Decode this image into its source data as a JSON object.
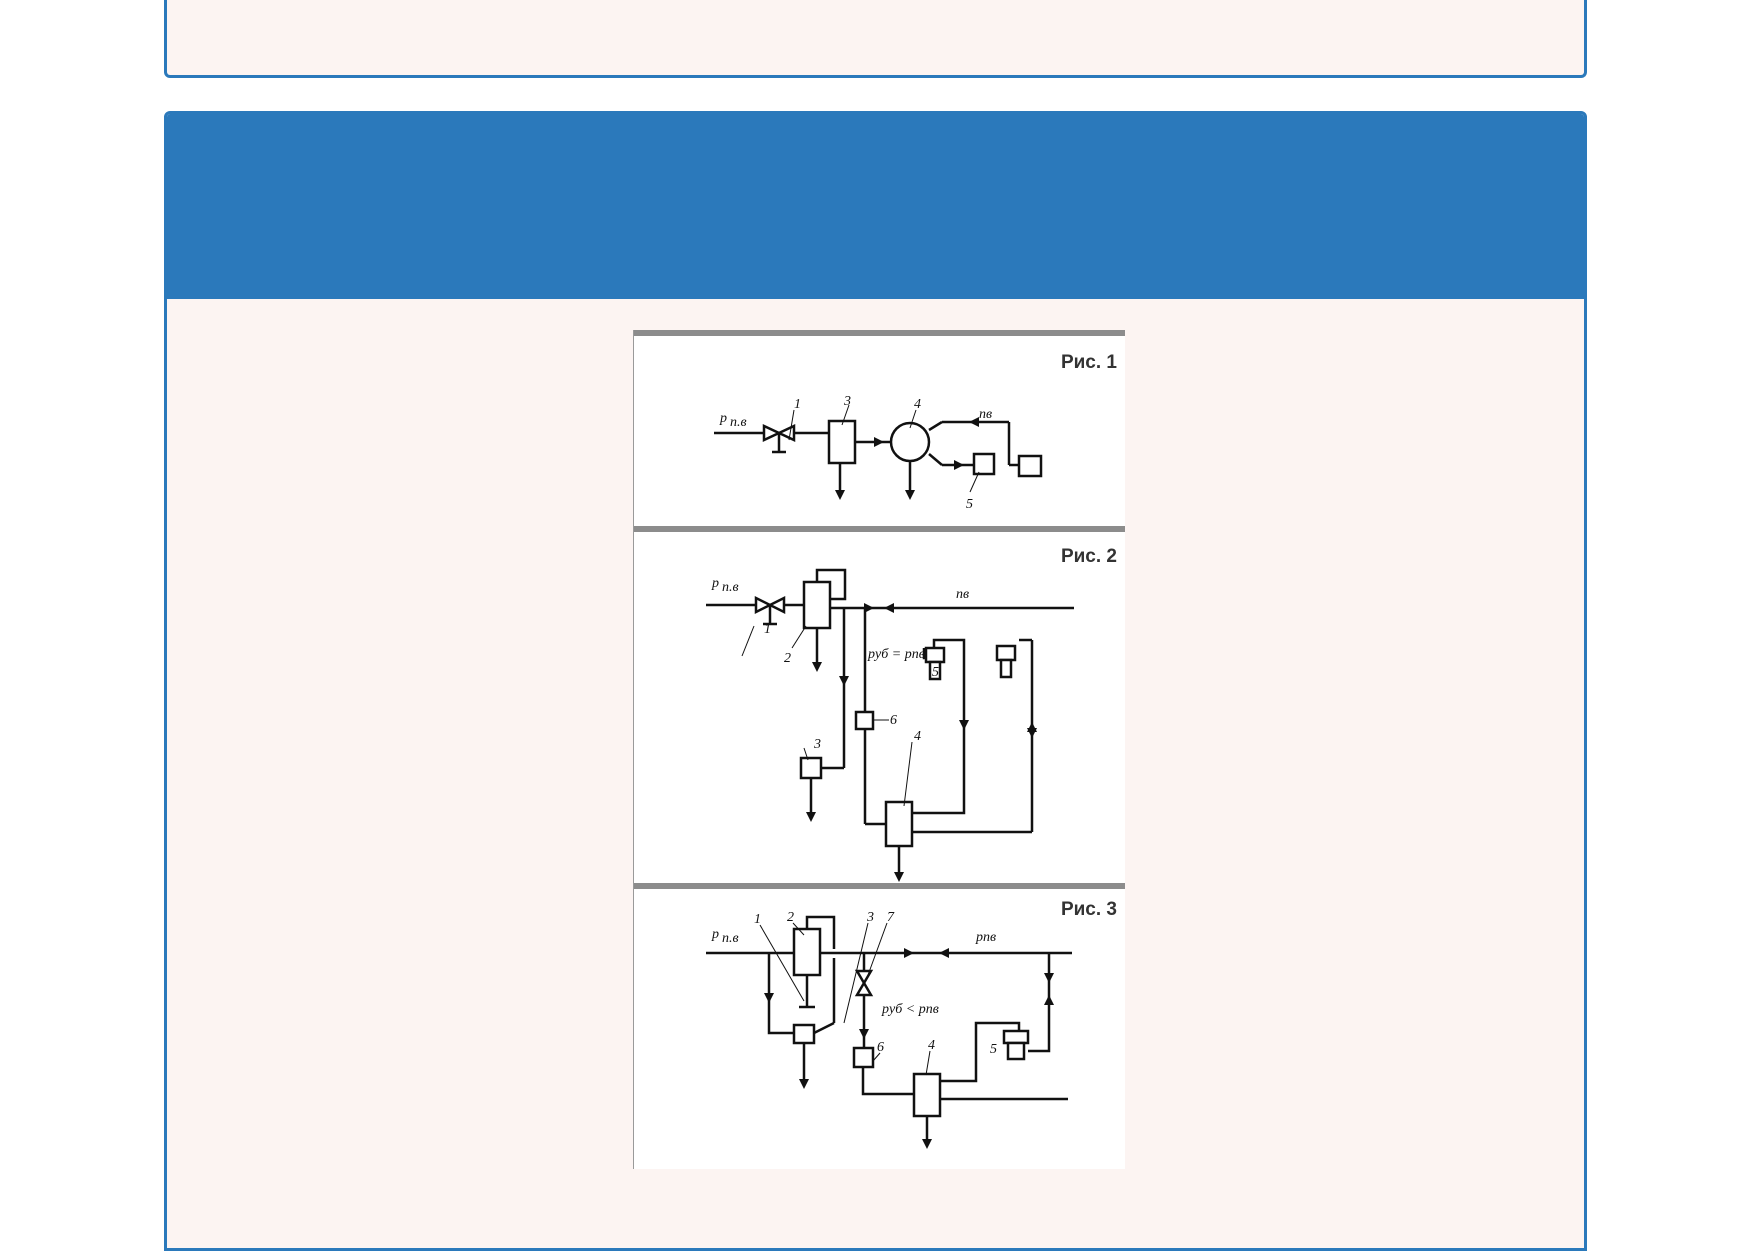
{
  "figures": [
    {
      "label": "Рис. 1",
      "annotations": {
        "p_in": "p",
        "p_sub": "п.в",
        "n1": "1",
        "n3": "3",
        "n4": "4",
        "n5": "5",
        "out": "пв"
      }
    },
    {
      "label": "Рис. 2",
      "annotations": {
        "p_in": "p",
        "p_sub": "п.в",
        "n1": "1",
        "n2": "2",
        "n3": "3",
        "n4": "4",
        "n5": "5",
        "n6": "6",
        "top": "пв",
        "eq": "pуб = pпв"
      }
    },
    {
      "label": "Рис. 3",
      "annotations": {
        "p_in": "p",
        "p_sub": "п.в",
        "n1": "1",
        "n2": "2",
        "n3": "3",
        "n4": "4",
        "n5": "5",
        "n6": "6",
        "n7": "7",
        "top": "pпв",
        "ineq": "pуб < pпв"
      }
    }
  ]
}
